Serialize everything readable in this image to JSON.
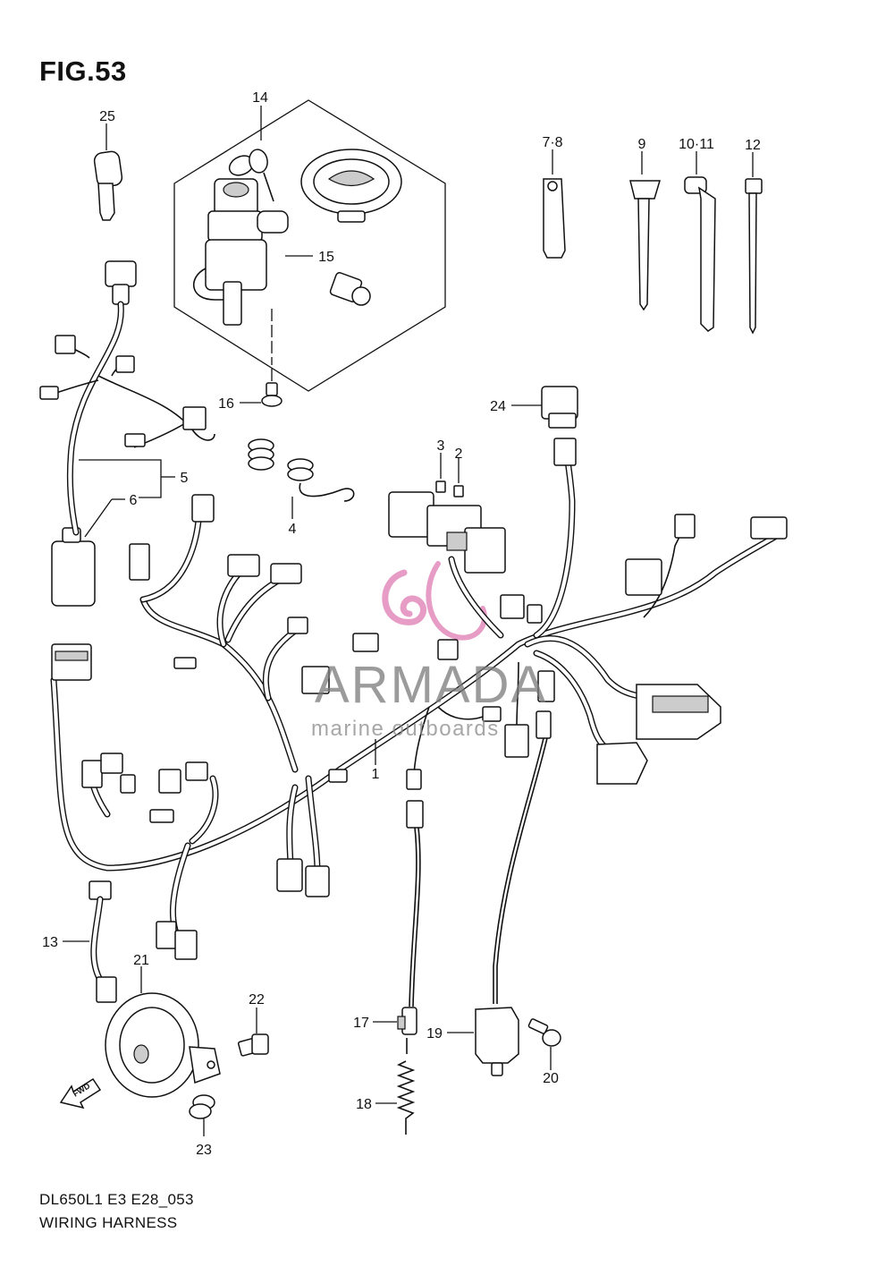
{
  "figure": {
    "title": "FIG.53",
    "model_code": "DL650L1 E3 E28_053",
    "caption": "WIRING HARNESS"
  },
  "watermark": {
    "brand": "ARMADA",
    "tagline": "marine outboards",
    "logo_color": "#e79cc6"
  },
  "direction_arrow": {
    "label": "FWD"
  },
  "parts": [
    {
      "ref": "1"
    },
    {
      "ref": "2"
    },
    {
      "ref": "3"
    },
    {
      "ref": "4"
    },
    {
      "ref": "5"
    },
    {
      "ref": "6"
    },
    {
      "ref": "7·8"
    },
    {
      "ref": "9"
    },
    {
      "ref": "10·11"
    },
    {
      "ref": "12"
    },
    {
      "ref": "13"
    },
    {
      "ref": "14"
    },
    {
      "ref": "15"
    },
    {
      "ref": "16"
    },
    {
      "ref": "17"
    },
    {
      "ref": "18"
    },
    {
      "ref": "19"
    },
    {
      "ref": "20"
    },
    {
      "ref": "21"
    },
    {
      "ref": "22"
    },
    {
      "ref": "23"
    },
    {
      "ref": "24"
    },
    {
      "ref": "25"
    }
  ]
}
